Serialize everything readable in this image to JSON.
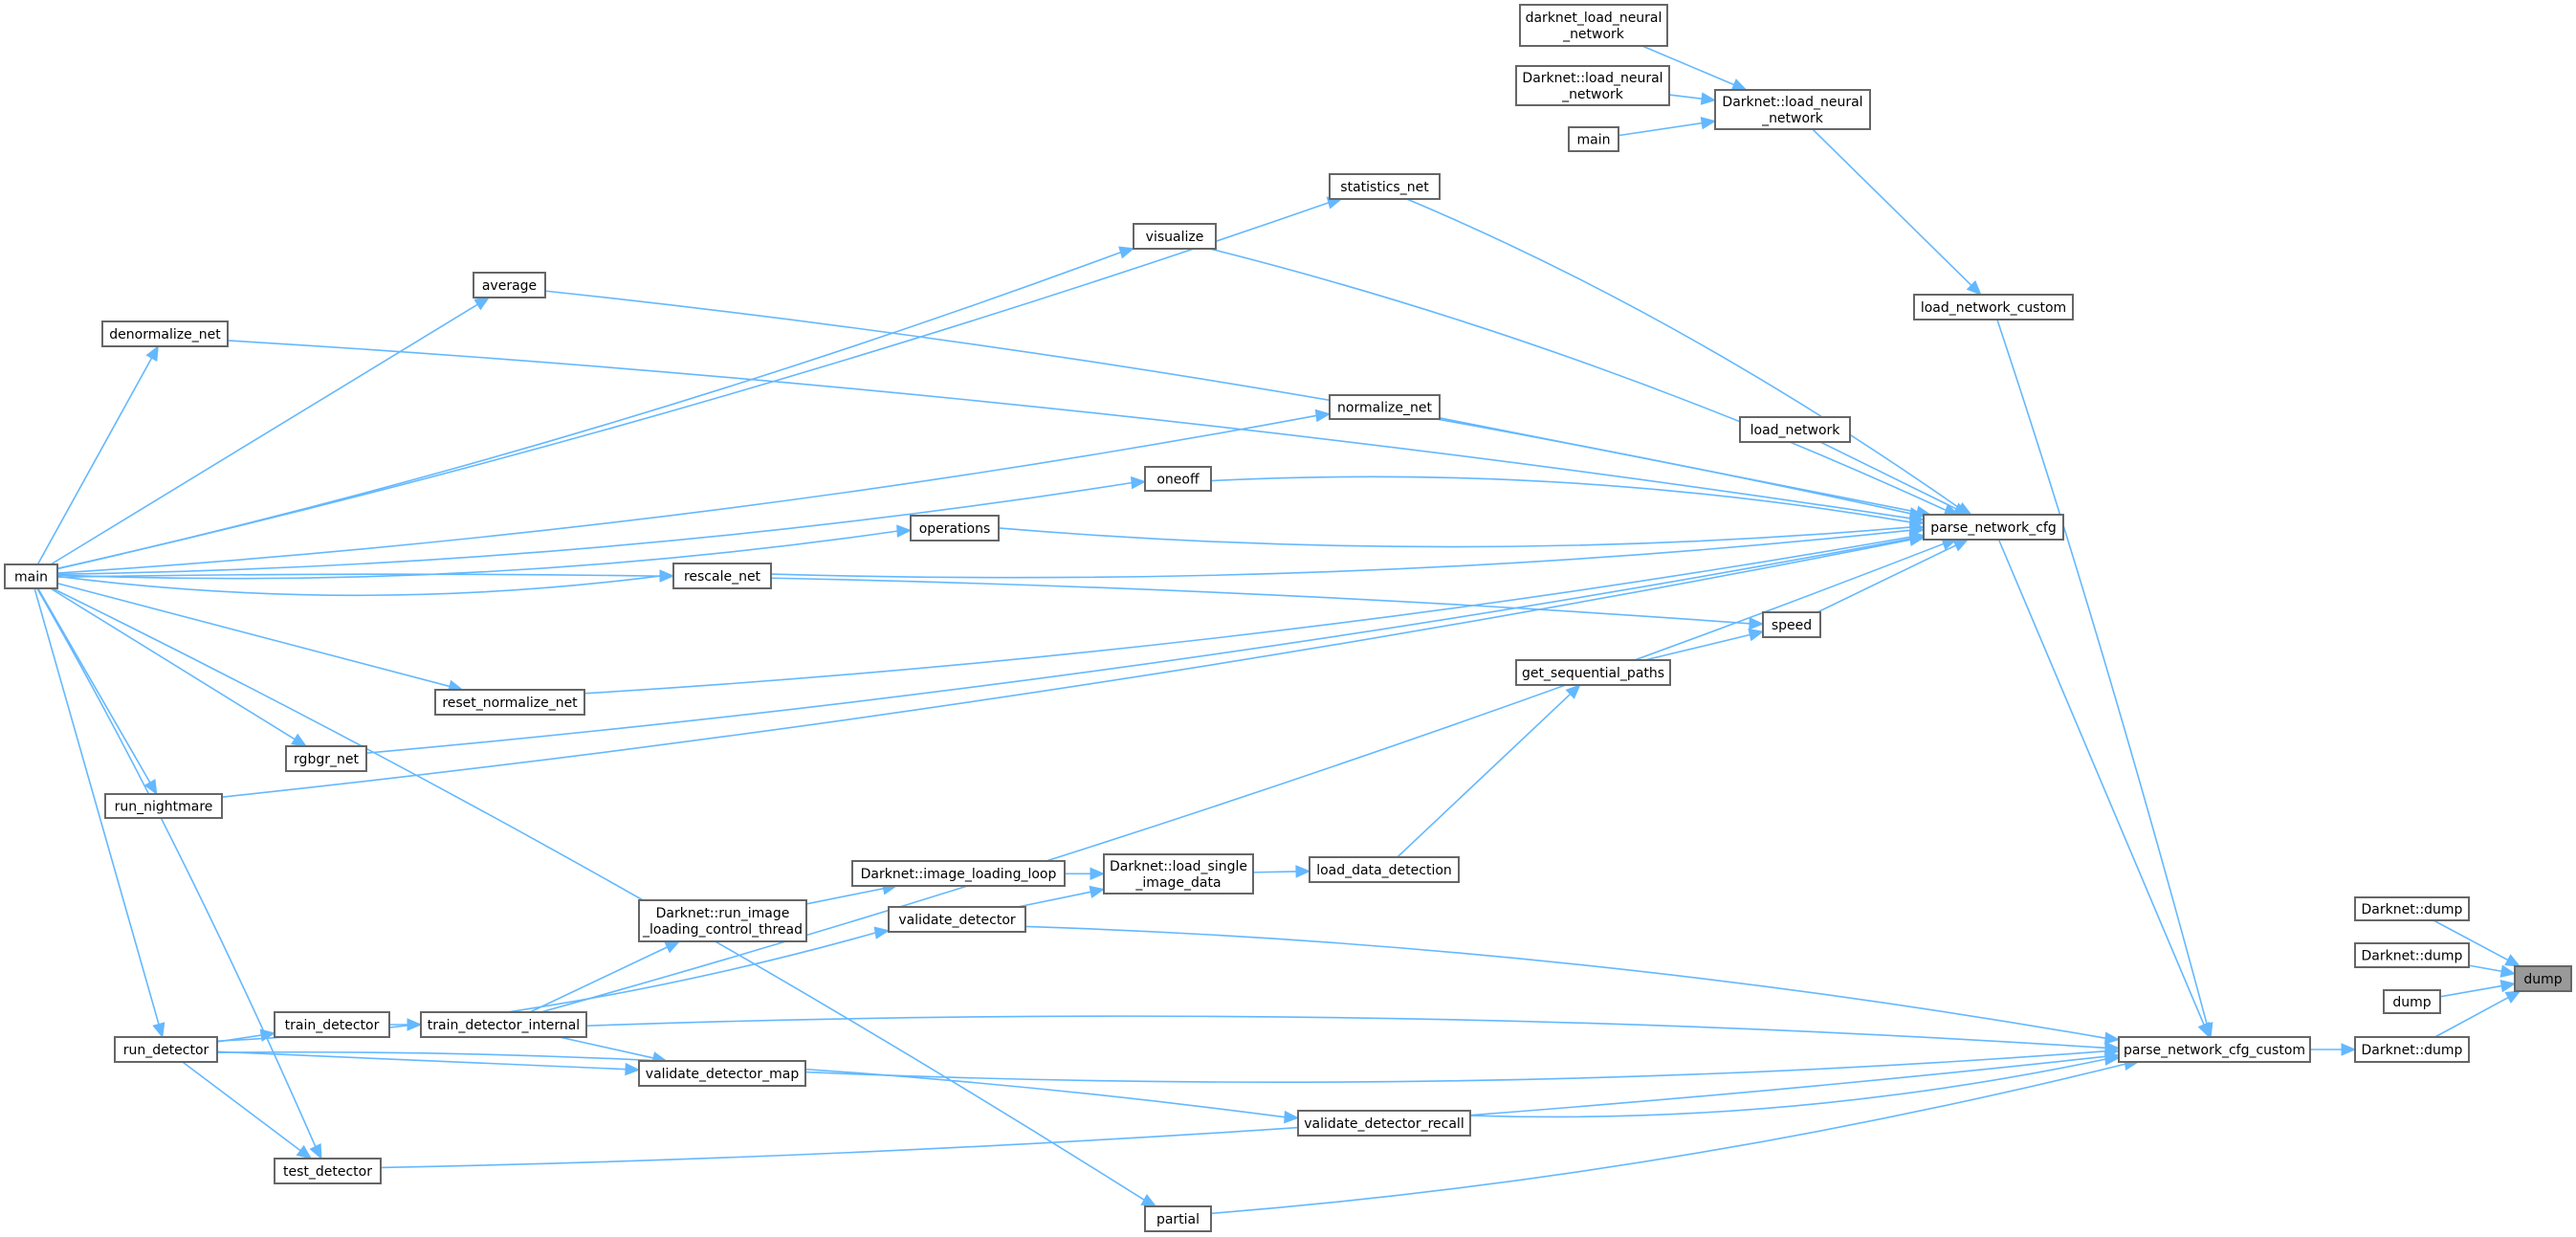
{
  "title": "dump caller graph",
  "colors": {
    "edge": "#63b8ff",
    "node_border": "#666666",
    "target_fill": "#999999",
    "node_fill": "#ffffff"
  },
  "nodes": [
    {
      "id": "darknet_load_neural_network",
      "lines": [
        "darknet_load_neural",
        "_network"
      ]
    },
    {
      "id": "dn_load_neural_network_a",
      "lines": [
        "Darknet::load_neural",
        "_network"
      ]
    },
    {
      "id": "main_top",
      "lines": [
        "main"
      ]
    },
    {
      "id": "dn_load_neural_network",
      "lines": [
        "Darknet::load_neural",
        "_network"
      ]
    },
    {
      "id": "statistics_net",
      "lines": [
        "statistics_net"
      ]
    },
    {
      "id": "visualize",
      "lines": [
        "visualize"
      ]
    },
    {
      "id": "average",
      "lines": [
        "average"
      ]
    },
    {
      "id": "denormalize_net",
      "lines": [
        "denormalize_net"
      ]
    },
    {
      "id": "load_network_custom",
      "lines": [
        "load_network_custom"
      ]
    },
    {
      "id": "normalize_net",
      "lines": [
        "normalize_net"
      ]
    },
    {
      "id": "load_network",
      "lines": [
        "load_network"
      ]
    },
    {
      "id": "oneoff",
      "lines": [
        "oneoff"
      ]
    },
    {
      "id": "parse_network_cfg",
      "lines": [
        "parse_network_cfg"
      ]
    },
    {
      "id": "operations",
      "lines": [
        "operations"
      ]
    },
    {
      "id": "main",
      "lines": [
        "main"
      ]
    },
    {
      "id": "rescale_net",
      "lines": [
        "rescale_net"
      ]
    },
    {
      "id": "speed",
      "lines": [
        "speed"
      ]
    },
    {
      "id": "get_sequential_paths",
      "lines": [
        "get_sequential_paths"
      ]
    },
    {
      "id": "reset_normalize_net",
      "lines": [
        "reset_normalize_net"
      ]
    },
    {
      "id": "rgbgr_net",
      "lines": [
        "rgbgr_net"
      ]
    },
    {
      "id": "run_nightmare",
      "lines": [
        "run_nightmare"
      ]
    },
    {
      "id": "image_loading_loop",
      "lines": [
        "Darknet::image_loading_loop"
      ]
    },
    {
      "id": "load_single_image_data",
      "lines": [
        "Darknet::load_single",
        "_image_data"
      ]
    },
    {
      "id": "load_data_detection",
      "lines": [
        "load_data_detection"
      ]
    },
    {
      "id": "run_image_loading_control_thread",
      "lines": [
        "Darknet::run_image",
        "_loading_control_thread"
      ]
    },
    {
      "id": "validate_detector",
      "lines": [
        "validate_detector"
      ]
    },
    {
      "id": "train_detector",
      "lines": [
        "train_detector"
      ]
    },
    {
      "id": "train_detector_internal",
      "lines": [
        "train_detector_internal"
      ]
    },
    {
      "id": "run_detector",
      "lines": [
        "run_detector"
      ]
    },
    {
      "id": "validate_detector_map",
      "lines": [
        "validate_detector_map"
      ]
    },
    {
      "id": "parse_network_cfg_custom",
      "lines": [
        "parse_network_cfg_custom"
      ]
    },
    {
      "id": "validate_detector_recall",
      "lines": [
        "validate_detector_recall"
      ]
    },
    {
      "id": "test_detector",
      "lines": [
        "test_detector"
      ]
    },
    {
      "id": "partial",
      "lines": [
        "partial"
      ]
    },
    {
      "id": "dn_dump_1",
      "lines": [
        "Darknet::dump"
      ]
    },
    {
      "id": "dn_dump_2",
      "lines": [
        "Darknet::dump"
      ]
    },
    {
      "id": "dump_small",
      "lines": [
        "dump"
      ]
    },
    {
      "id": "dn_dump_3",
      "lines": [
        "Darknet::dump"
      ]
    },
    {
      "id": "dump",
      "lines": [
        "dump"
      ],
      "target": true
    }
  ],
  "edges": [
    [
      "darknet_load_neural_network",
      "dn_load_neural_network"
    ],
    [
      "dn_load_neural_network_a",
      "dn_load_neural_network"
    ],
    [
      "main_top",
      "dn_load_neural_network"
    ],
    [
      "dn_load_neural_network",
      "load_network_custom"
    ],
    [
      "main",
      "statistics_net"
    ],
    [
      "main",
      "visualize"
    ],
    [
      "main",
      "average"
    ],
    [
      "main",
      "denormalize_net"
    ],
    [
      "main",
      "normalize_net"
    ],
    [
      "main",
      "oneoff"
    ],
    [
      "main",
      "operations"
    ],
    [
      "main",
      "rescale_net"
    ],
    [
      "main",
      "speed"
    ],
    [
      "main",
      "reset_normalize_net"
    ],
    [
      "main",
      "rgbgr_net"
    ],
    [
      "main",
      "run_nightmare"
    ],
    [
      "main",
      "run_detector"
    ],
    [
      "main",
      "test_detector"
    ],
    [
      "main",
      "partial"
    ],
    [
      "statistics_net",
      "parse_network_cfg"
    ],
    [
      "visualize",
      "parse_network_cfg"
    ],
    [
      "average",
      "parse_network_cfg"
    ],
    [
      "denormalize_net",
      "parse_network_cfg"
    ],
    [
      "normalize_net",
      "parse_network_cfg"
    ],
    [
      "load_network",
      "parse_network_cfg"
    ],
    [
      "oneoff",
      "parse_network_cfg"
    ],
    [
      "operations",
      "parse_network_cfg"
    ],
    [
      "rescale_net",
      "parse_network_cfg"
    ],
    [
      "speed",
      "parse_network_cfg"
    ],
    [
      "reset_normalize_net",
      "parse_network_cfg"
    ],
    [
      "rgbgr_net",
      "parse_network_cfg"
    ],
    [
      "run_nightmare",
      "parse_network_cfg"
    ],
    [
      "train_detector_internal",
      "parse_network_cfg"
    ],
    [
      "get_sequential_paths",
      "speed"
    ],
    [
      "load_data_detection",
      "get_sequential_paths"
    ],
    [
      "load_single_image_data",
      "load_data_detection"
    ],
    [
      "image_loading_loop",
      "load_single_image_data"
    ],
    [
      "validate_detector",
      "load_single_image_data"
    ],
    [
      "run_image_loading_control_thread",
      "image_loading_loop"
    ],
    [
      "train_detector_internal",
      "run_image_loading_control_thread"
    ],
    [
      "run_detector",
      "validate_detector"
    ],
    [
      "run_detector",
      "train_detector"
    ],
    [
      "train_detector",
      "train_detector_internal"
    ],
    [
      "run_detector",
      "validate_detector_map"
    ],
    [
      "train_detector_internal",
      "validate_detector_map"
    ],
    [
      "run_detector",
      "validate_detector_recall"
    ],
    [
      "run_detector",
      "test_detector"
    ],
    [
      "load_network_custom",
      "parse_network_cfg_custom"
    ],
    [
      "parse_network_cfg",
      "parse_network_cfg_custom"
    ],
    [
      "validate_detector",
      "parse_network_cfg_custom"
    ],
    [
      "train_detector_internal",
      "parse_network_cfg_custom"
    ],
    [
      "validate_detector_map",
      "parse_network_cfg_custom"
    ],
    [
      "validate_detector_recall",
      "parse_network_cfg_custom"
    ],
    [
      "test_detector",
      "parse_network_cfg_custom"
    ],
    [
      "partial",
      "parse_network_cfg_custom"
    ],
    [
      "parse_network_cfg_custom",
      "dn_dump_3"
    ],
    [
      "dn_dump_1",
      "dump"
    ],
    [
      "dn_dump_2",
      "dump"
    ],
    [
      "dump_small",
      "dump"
    ],
    [
      "dn_dump_3",
      "dump"
    ]
  ]
}
